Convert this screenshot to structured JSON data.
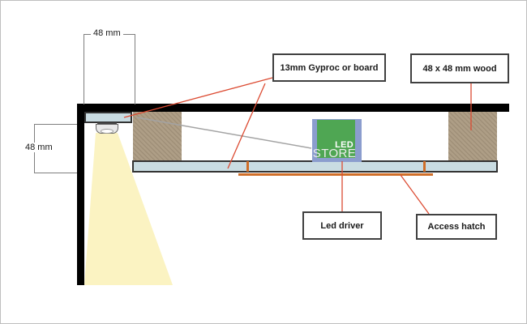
{
  "colors": {
    "structure": "#000000",
    "board_fill": "#c9dce2",
    "board_border": "#333333",
    "wood_fill": "#ae9e86",
    "wood_hatch": "#998972",
    "cone_fill": "#fbf3c2",
    "callout_red": "#dc4b32",
    "hatch_orange": "#d06e28",
    "pointer_gray": "#a3a3a3",
    "dim_gray": "#7f7f7f",
    "logo_green": "#4fa653",
    "logo_frame": "#8b9dce",
    "page_border": "#bebebe"
  },
  "dimensions": {
    "top_width": "48 mm",
    "left_height": "48 mm"
  },
  "callouts": {
    "gyproc": "13mm Gyproc or board",
    "wood": "48 x 48 mm wood",
    "led_driver": "Led driver",
    "access_hatch": "Access hatch"
  },
  "logo": {
    "line1": "LED",
    "line2": "STORE"
  }
}
